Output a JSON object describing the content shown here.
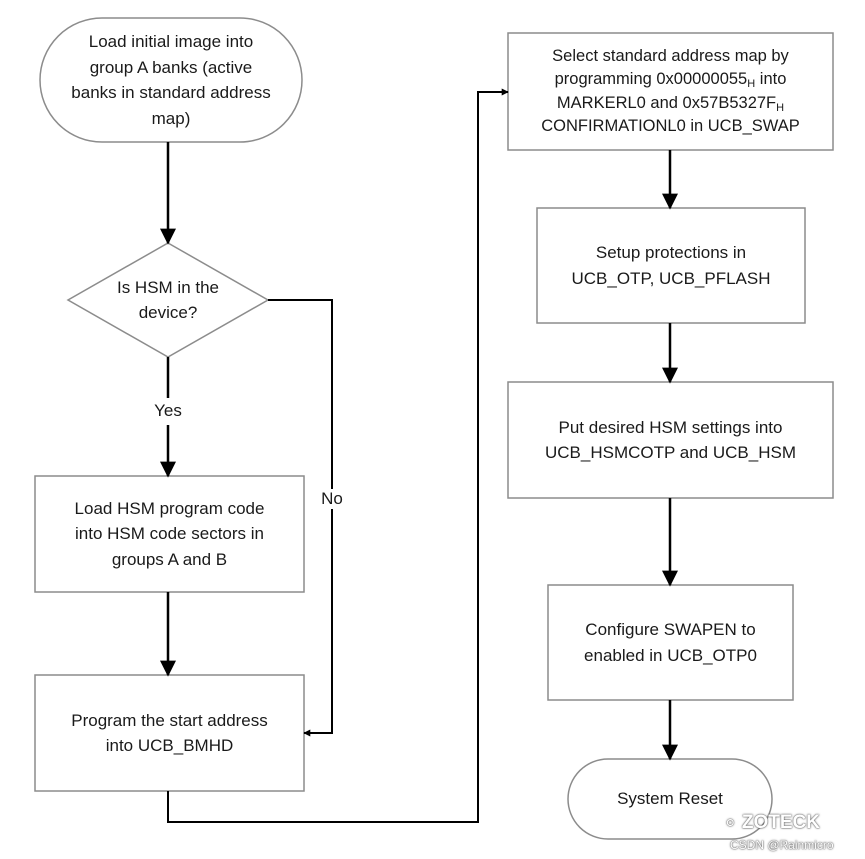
{
  "nodes": {
    "start": [
      "Load initial image into",
      "group A banks (active",
      "banks in standard address",
      "map)"
    ],
    "decision": [
      "Is HSM in the",
      "device?"
    ],
    "load_hsm": [
      "Load HSM program code",
      "into HSM code sectors in",
      "groups A and B"
    ],
    "program_start": [
      "Program the start address",
      "into UCB_BMHD"
    ],
    "select_map": {
      "line1": "Select standard address map by",
      "line2_pre": "programming 0x00000055",
      "line2_sub": "H",
      "line2_post": " into",
      "line3_pre": "MARKERL0 and 0x57B5327F",
      "line3_sub": "H",
      "line4": "CONFIRMATIONL0 in UCB_SWAP"
    },
    "setup_prot": [
      "Setup protections in",
      "UCB_OTP, UCB_PFLASH"
    ],
    "hsm_settings": [
      "Put desired HSM settings into",
      "UCB_HSMCOTP and UCB_HSM"
    ],
    "swapen": [
      "Configure SWAPEN to",
      "enabled in UCB_OTP0"
    ],
    "reset": [
      "System Reset"
    ]
  },
  "edge_labels": {
    "yes": "Yes",
    "no": "No"
  },
  "watermark": {
    "brand": "ZOTECK",
    "credit": "CSDN @Rainmicro"
  },
  "colors": {
    "border": "#8c8c8c",
    "arrow": "#000000",
    "text": "#1a1a1a",
    "background": "#ffffff"
  }
}
